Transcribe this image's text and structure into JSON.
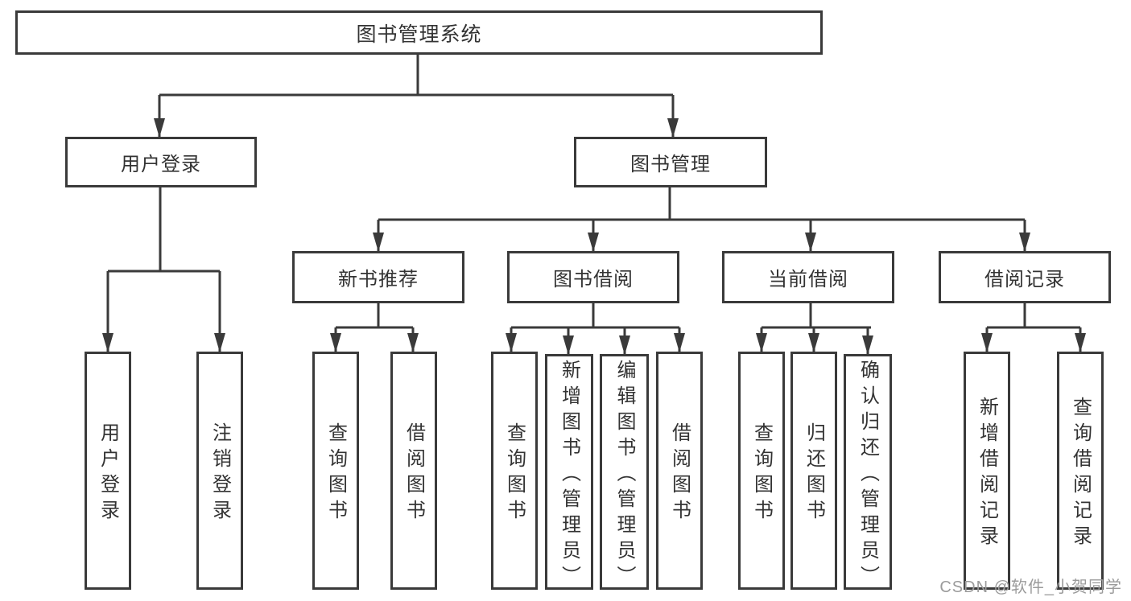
{
  "diagram": {
    "root": {
      "label": "图书管理系统"
    },
    "level2": [
      {
        "label": "用户登录",
        "children": [
          {
            "label": "用户登录"
          },
          {
            "label": "注销登录"
          }
        ]
      },
      {
        "label": "图书管理",
        "children": [
          {
            "label": "新书推荐",
            "children": [
              {
                "label": "查询图书"
              },
              {
                "label": "借阅图书"
              }
            ]
          },
          {
            "label": "图书借阅",
            "children": [
              {
                "label": "查询图书"
              },
              {
                "label": "新增图书（管理员）"
              },
              {
                "label": "编辑图书（管理员）"
              },
              {
                "label": "借阅图书"
              }
            ]
          },
          {
            "label": "当前借阅",
            "children": [
              {
                "label": "查询图书"
              },
              {
                "label": "归还图书"
              },
              {
                "label": "确认归还（管理员）"
              }
            ]
          },
          {
            "label": "借阅记录",
            "children": [
              {
                "label": "新增借阅记录"
              },
              {
                "label": "查询借阅记录"
              }
            ]
          }
        ]
      }
    ]
  },
  "watermark": {
    "text": "CSDN @软件_小贺同学"
  },
  "colors": {
    "line": "#3a3a3a",
    "text": "#333333",
    "watermark": "#9b9b9b",
    "background": "#ffffff"
  }
}
